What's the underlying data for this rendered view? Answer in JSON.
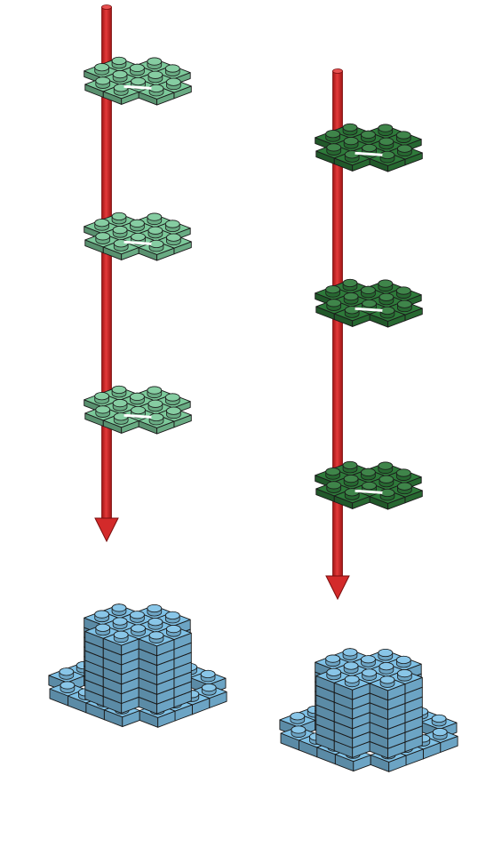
{
  "scene": {
    "colors": {
      "light_green": "#7cc99a",
      "dark_green": "#2e7a3a",
      "light_blue": "#7fc1e6",
      "arrow_red": "#d32a2a",
      "outline": "#1a1a1a",
      "background": "#ffffff"
    },
    "left_stack": {
      "plate_count": 3,
      "plate_color": "light green",
      "tower_color": "light blue"
    },
    "right_stack": {
      "plate_count": 3,
      "plate_color": "dark green",
      "tower_color": "light blue"
    },
    "arrows": {
      "color": "red",
      "direction": "down"
    }
  }
}
